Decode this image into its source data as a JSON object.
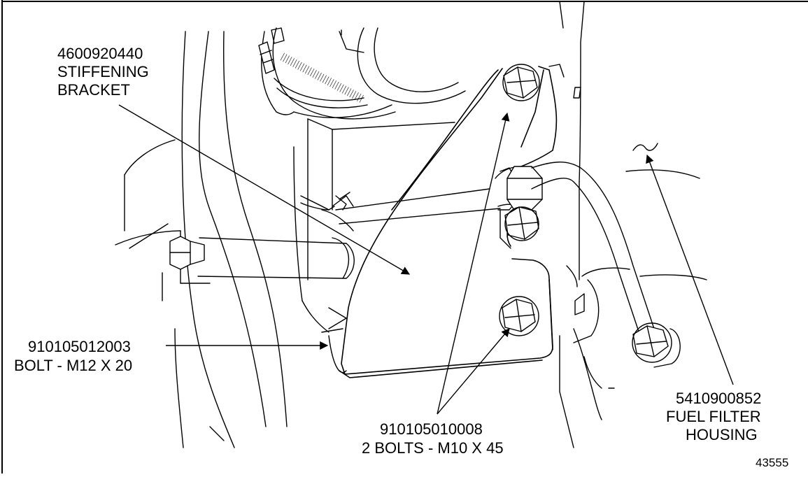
{
  "callouts": {
    "stiffening_bracket": {
      "part_number": "4600920440",
      "line1": "STIFFENING",
      "line2": "BRACKET"
    },
    "bolt_m12": {
      "part_number": "910105012003",
      "description": "BOLT - M12 X 20"
    },
    "bolts_m10": {
      "part_number": "910105010008",
      "description": "2 BOLTS - M10 X 45"
    },
    "fuel_filter": {
      "part_number": "5410900852",
      "line1": "FUEL FILTER",
      "line2": "HOUSING"
    }
  },
  "figure_number": "43555",
  "colors": {
    "ink": "#000000",
    "paper": "#ffffff"
  }
}
